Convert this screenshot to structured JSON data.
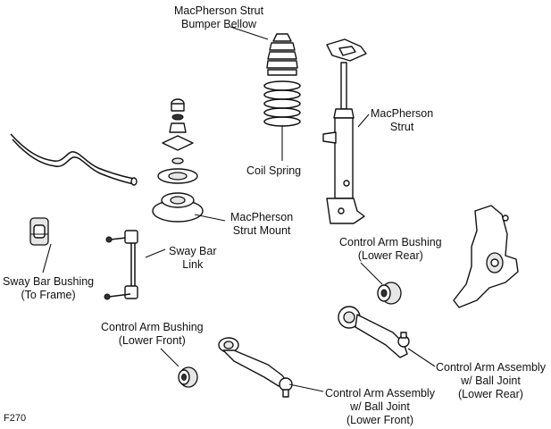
{
  "labels": {
    "bumper_bellow": [
      "MacPherson Strut",
      "Bumper Bellow"
    ],
    "strut": [
      "MacPherson",
      "Strut"
    ],
    "coil_spring": [
      "Coil Spring"
    ],
    "strut_mount": [
      "MacPherson",
      "Strut Mount"
    ],
    "sway_bar_link": [
      "Sway Bar",
      "Link"
    ],
    "sway_bar_bushing": [
      "Sway Bar Bushing",
      "(To Frame)"
    ],
    "ca_bushing_lower_rear": [
      "Control Arm Bushing",
      "(Lower Rear)"
    ],
    "ca_bushing_lower_front": [
      "Control Arm Bushing",
      "(Lower Front)"
    ],
    "ca_assembly_lower_rear": [
      "Control Arm Assembly",
      "w/ Ball Joint",
      "(Lower Rear)"
    ],
    "ca_assembly_lower_front": [
      "Control Arm Assembly",
      "w/ Ball Joint",
      "(Lower Front)"
    ]
  },
  "figure_code": "F270"
}
